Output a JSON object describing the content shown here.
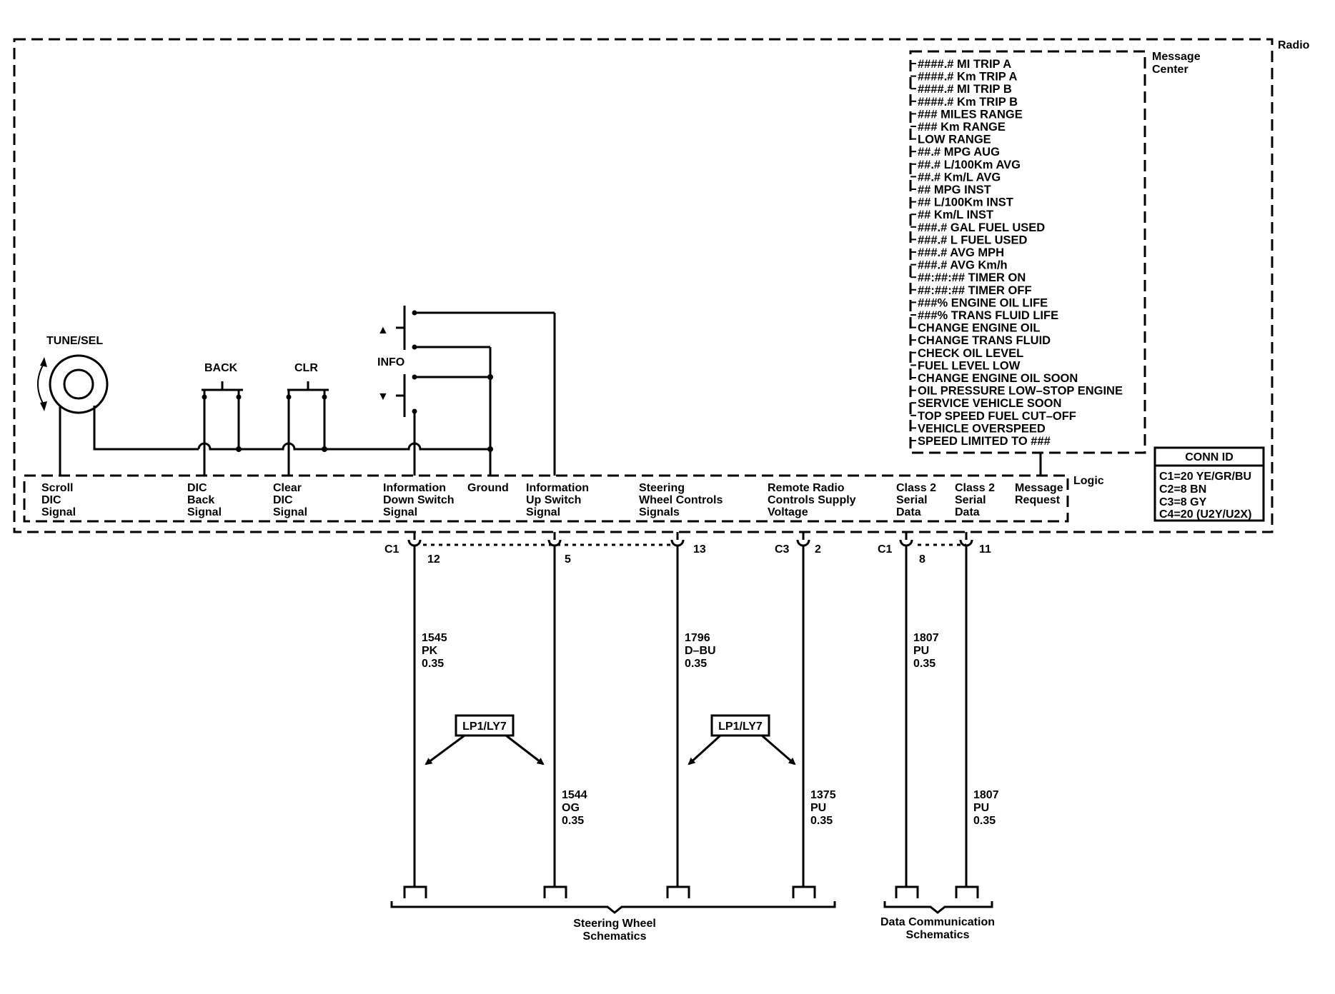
{
  "radio_label": "Radio",
  "message_center": {
    "title": [
      "Message",
      "Center"
    ],
    "items": [
      "####.# MI TRIP A",
      "####.# Km TRIP A",
      "####.# MI TRIP B",
      "####.# Km TRIP B",
      "### MILES RANGE",
      "### Km RANGE",
      "LOW RANGE",
      "##.# MPG AUG",
      "##.# L/100Km AVG",
      "##.# Km/L AVG",
      "## MPG INST",
      "## L/100Km INST",
      "## Km/L INST",
      "###.# GAL FUEL USED",
      "###.# L FUEL USED",
      "###.# AVG MPH",
      "###.# AVG Km/h",
      "##:##:## TIMER ON",
      "##:##:## TIMER OFF",
      "###% ENGINE OIL LIFE",
      "###% TRANS FLUID LIFE",
      "CHANGE ENGINE OIL",
      "CHANGE TRANS FLUID",
      "CHECK OIL LEVEL",
      "FUEL LEVEL LOW",
      "CHANGE ENGINE OIL SOON",
      "OIL PRESSURE LOW–STOP ENGINE",
      "SERVICE VEHICLE SOON",
      "TOP SPEED FUEL CUT–OFF",
      "VEHICLE OVERSPEED",
      "SPEED LIMITED TO ###"
    ]
  },
  "logic_label": "Logic",
  "conn_id": {
    "title": "CONN ID",
    "rows": [
      "C1=20 YE/GR/BU",
      "C2=8 BN",
      "C3=8 GY",
      "C4=20 (U2Y/U2X)"
    ]
  },
  "switches": {
    "tune_sel": "TUNE/SEL",
    "back": "BACK",
    "clr": "CLR",
    "info": "INFO",
    "up_arrow": "▲",
    "down_arrow": "▼"
  },
  "logic_signals": [
    [
      "Scroll",
      "DIC",
      "Signal"
    ],
    [
      "DIC",
      "Back",
      "Signal"
    ],
    [
      "Clear",
      "DIC",
      "Signal"
    ],
    [
      "Information",
      "Down Switch",
      "Signal"
    ],
    [
      "Ground"
    ],
    [
      "Information",
      "Up Switch",
      "Signal"
    ],
    [
      "Steering",
      "Wheel Controls",
      "Signals"
    ],
    [
      "Remote Radio",
      "Controls Supply",
      "Voltage"
    ],
    [
      "Class 2",
      "Serial",
      "Data"
    ],
    [
      "Class 2",
      "Serial",
      "Data"
    ],
    [
      "Message",
      "Request"
    ]
  ],
  "pins": {
    "conn_c1_a": "C1",
    "pin_12": "12",
    "pin_5": "5",
    "pin_13": "13",
    "conn_c3": "C3",
    "pin_2": "2",
    "conn_c1_b": "C1",
    "pin_8": "8",
    "pin_11": "11"
  },
  "wires": [
    [
      "1545",
      "PK",
      "0.35"
    ],
    [
      "1796",
      "D–BU",
      "0.35"
    ],
    [
      "1807",
      "PU",
      "0.35"
    ],
    [
      "1544",
      "OG",
      "0.35"
    ],
    [
      "1375",
      "PU",
      "0.35"
    ],
    [
      "1807",
      "PU",
      "0.35"
    ]
  ],
  "option_tags": [
    "LP1/LY7",
    "LP1/LY7"
  ],
  "destinations": [
    [
      "Steering Wheel",
      "Schematics"
    ],
    [
      "Data Communication",
      "Schematics"
    ]
  ]
}
